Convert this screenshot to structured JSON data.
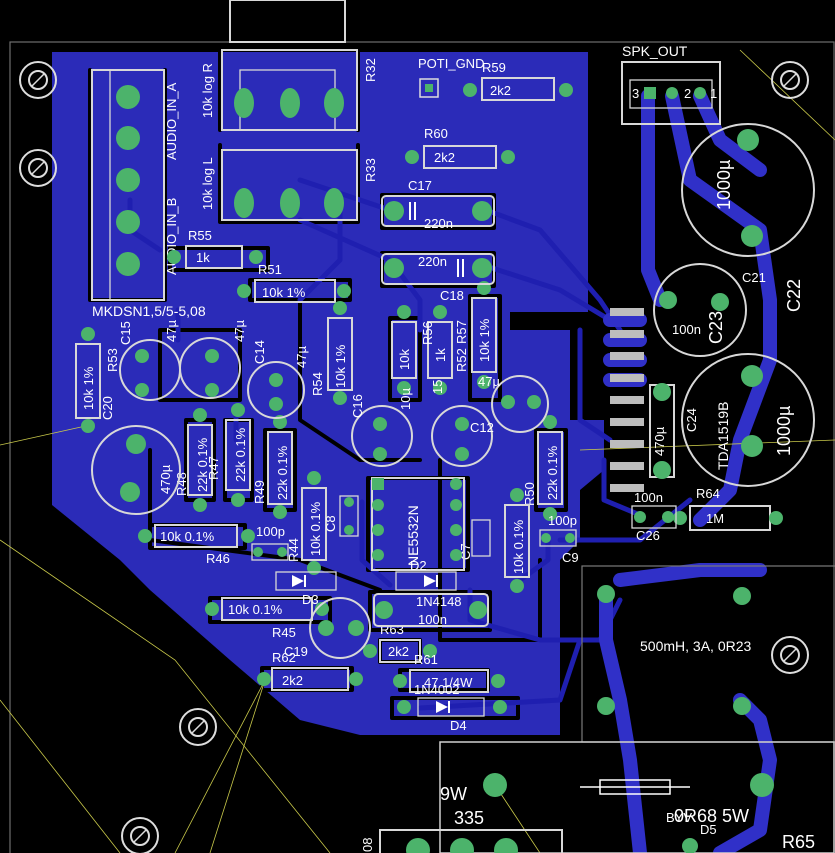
{
  "colors": {
    "background": "#000000",
    "copper_pour": "#2b2bb8",
    "trace": "#1f1fb0",
    "pad": "#4cb36b",
    "silkscreen": "#ffffff",
    "smd_pad": "#bdbdbd",
    "airwire": "#c9c94a"
  },
  "labels": {
    "spk_out": "SPK_OUT",
    "poti_gnd": "POTI_GND",
    "r32": "R32",
    "r33": "R33",
    "pot_top": "10k log R",
    "pot_bottom": "10k log L",
    "audio_in": "AUDIO_IN_A",
    "audio_in_b": "AUDIO_IN_B",
    "mkdsn": "MKDSN1,5/5-5,08",
    "r59": "R59",
    "r59v": "2k2",
    "r60": "R60",
    "r60v": "2k2",
    "c17": "C17",
    "c17v": "220n",
    "c18": "C18",
    "c18v": "220n",
    "r55": "R55",
    "r55v": "1k",
    "r51": "R51",
    "r51v": "10k 1%",
    "r56": "R56",
    "r56v": "1k",
    "r53": "R53",
    "r53v": "10k 1%",
    "c15": "C15",
    "c15v": "47µ",
    "c13v": "47µ",
    "c14": "C14",
    "c14v": "47µ",
    "r54": "R54",
    "r54v": "10k 1%",
    "c16": "C16",
    "c16v": "10µ",
    "r57": "R57",
    "r57v": "10k 1%",
    "r52": "R52",
    "r52v": "10k",
    "c12": "C12",
    "c12v": "15",
    "c11v": "47µ",
    "c20": "C20",
    "c20v": "470µ",
    "r48": "R48",
    "r48v": "22k 0.1%",
    "r47": "R47",
    "r47v": "22k 0.1%",
    "r49": "R49",
    "r49v": "22k 0.1%",
    "r50": "R50",
    "r50v": "22k 0.1%",
    "r46": "R46",
    "r46v": "10k 0.1%",
    "r44": "R44",
    "r44v": "10k 0.1%",
    "r45": "R45",
    "r45v": "10k 0.1%",
    "r43v": "10k 0.1%",
    "c8": "C8",
    "c8v": "100p",
    "c9": "C9",
    "c9v": "100p",
    "c10v": "100p",
    "c7": "C7",
    "ne5532": "NE5532N",
    "d3": "D3",
    "d2": "D2",
    "d3v": "1N4148",
    "c19": "C19",
    "c3v": "100n",
    "r63": "R63",
    "r63v": "2k2",
    "r61": "R61",
    "r61v": "47 1/4W",
    "r62": "R62",
    "r62v": "2k2",
    "d4": "D4",
    "d4v": "1N4002",
    "c21": "C21",
    "c21v": "1000µ",
    "c22": "C22",
    "c23": "C23",
    "c23v": "100n",
    "c24": "C24",
    "c24v": "470µ",
    "tda": "TDA1519B",
    "c25v": "1000µ",
    "r64": "R64",
    "r64v": "1M",
    "c26": "C26",
    "c26v": "100n",
    "inductor": "500mH, 3A, 0R23",
    "r65": "R65",
    "r65v": "0R68 5W",
    "d5": "D5",
    "d5v": "BYV",
    "bottom_9w": "9W",
    "bottom_335": "335",
    "bottom_08": "08",
    "spk_pins": [
      "3",
      "2",
      "1"
    ]
  }
}
